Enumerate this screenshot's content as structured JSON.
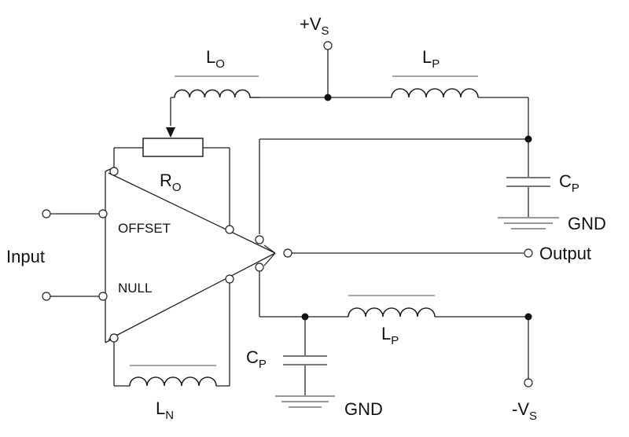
{
  "labels": {
    "supply_pos": "+V",
    "supply_pos_sub": "S",
    "supply_neg": "-V",
    "supply_neg_sub": "S",
    "inductor_offset": "L",
    "inductor_offset_sub": "O",
    "inductor_pos_supply": "L",
    "inductor_pos_supply_sub": "P",
    "inductor_neg_supply": "L",
    "inductor_neg_supply_sub": "P",
    "inductor_null": "L",
    "inductor_null_sub": "N",
    "resistor_offset": "R",
    "resistor_offset_sub": "O",
    "cap_top": "C",
    "cap_top_sub": "P",
    "cap_bottom": "C",
    "cap_bottom_sub": "P",
    "gnd_top": "GND",
    "gnd_bottom": "GND",
    "offset": "OFFSET",
    "null": "NULL",
    "input": "Input",
    "output": "Output"
  }
}
